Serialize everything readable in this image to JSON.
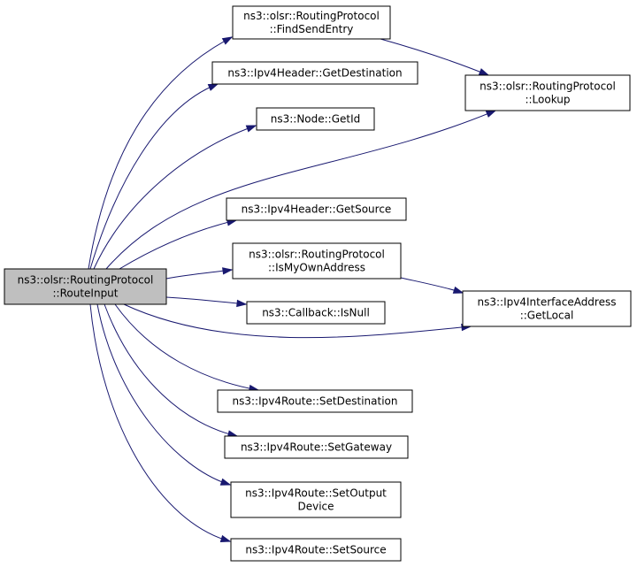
{
  "graph": {
    "nodes": [
      {
        "id": "route_input",
        "lines": [
          "ns3::olsr::RoutingProtocol",
          "::RouteInput"
        ],
        "root": true
      },
      {
        "id": "find_send_entry",
        "lines": [
          "ns3::olsr::RoutingProtocol",
          "::FindSendEntry"
        ]
      },
      {
        "id": "get_destination",
        "lines": [
          "ns3::Ipv4Header::GetDestination"
        ]
      },
      {
        "id": "get_id",
        "lines": [
          "ns3::Node::GetId"
        ]
      },
      {
        "id": "get_source",
        "lines": [
          "ns3::Ipv4Header::GetSource"
        ]
      },
      {
        "id": "is_my_own_address",
        "lines": [
          "ns3::olsr::RoutingProtocol",
          "::IsMyOwnAddress"
        ]
      },
      {
        "id": "is_null",
        "lines": [
          "ns3::Callback::IsNull"
        ]
      },
      {
        "id": "set_destination",
        "lines": [
          "ns3::Ipv4Route::SetDestination"
        ]
      },
      {
        "id": "set_gateway",
        "lines": [
          "ns3::Ipv4Route::SetGateway"
        ]
      },
      {
        "id": "set_output_device",
        "lines": [
          "ns3::Ipv4Route::SetOutput",
          "Device"
        ]
      },
      {
        "id": "set_source",
        "lines": [
          "ns3::Ipv4Route::SetSource"
        ]
      },
      {
        "id": "lookup",
        "lines": [
          "ns3::olsr::RoutingProtocol",
          "::Lookup"
        ]
      },
      {
        "id": "get_local",
        "lines": [
          "ns3::Ipv4InterfaceAddress",
          "::GetLocal"
        ]
      }
    ],
    "edges": [
      {
        "from": "route_input",
        "to": "find_send_entry"
      },
      {
        "from": "route_input",
        "to": "get_destination"
      },
      {
        "from": "route_input",
        "to": "get_id"
      },
      {
        "from": "route_input",
        "to": "lookup"
      },
      {
        "from": "route_input",
        "to": "get_source"
      },
      {
        "from": "route_input",
        "to": "is_my_own_address"
      },
      {
        "from": "route_input",
        "to": "is_null"
      },
      {
        "from": "route_input",
        "to": "get_local"
      },
      {
        "from": "route_input",
        "to": "set_destination"
      },
      {
        "from": "route_input",
        "to": "set_gateway"
      },
      {
        "from": "route_input",
        "to": "set_output_device"
      },
      {
        "from": "route_input",
        "to": "set_source"
      },
      {
        "from": "find_send_entry",
        "to": "lookup"
      },
      {
        "from": "is_my_own_address",
        "to": "get_local"
      }
    ]
  }
}
